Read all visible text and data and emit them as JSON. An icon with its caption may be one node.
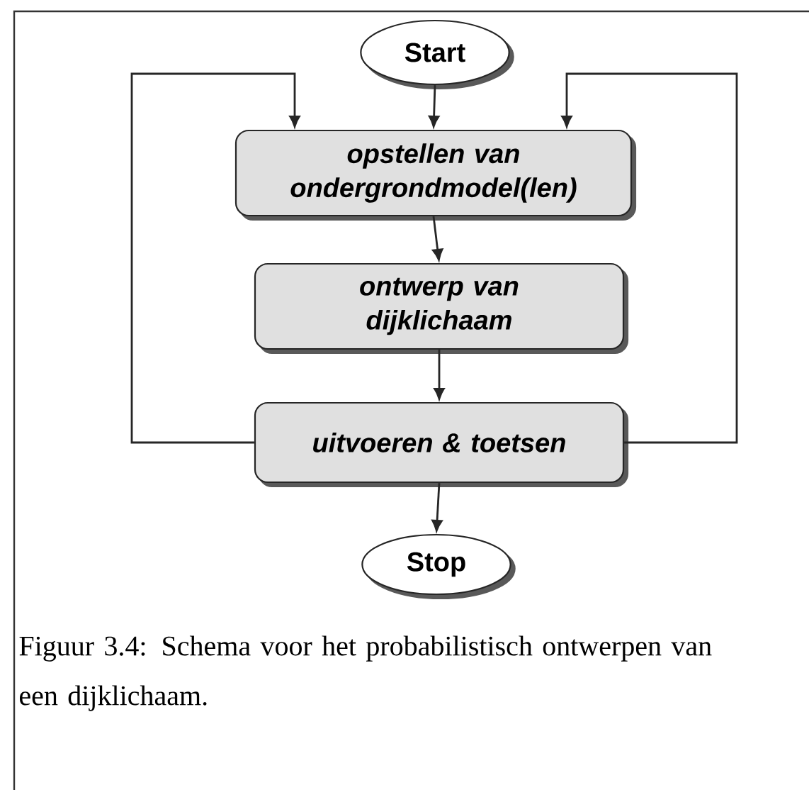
{
  "diagram": {
    "caption": "Figuur 3.4: Schema voor het probabilistisch ontwerpen van een dijklichaam.",
    "nodes": [
      {
        "text": [
          "Start"
        ]
      },
      {
        "text": [
          "opstellen van ondergrondmodel(len)"
        ]
      },
      {
        "text": [
          "ontwerp van dijklichaam"
        ]
      },
      {
        "text": [
          "uitvoeren & toetsen"
        ]
      },
      {
        "text": [
          "Stop"
        ]
      }
    ],
    "edges": [
      {
        "from": 0,
        "to": 1,
        "arrow": "to"
      },
      {
        "from": 1,
        "to": 2,
        "arrow": "to"
      },
      {
        "from": 2,
        "to": 3,
        "arrow": "to"
      },
      {
        "from": 3,
        "to": 4,
        "arrow": "to"
      },
      {
        "from": 3,
        "to": 1,
        "arrow": "to"
      },
      {
        "from": 3,
        "to": 1,
        "arrow": "to"
      }
    ]
  }
}
